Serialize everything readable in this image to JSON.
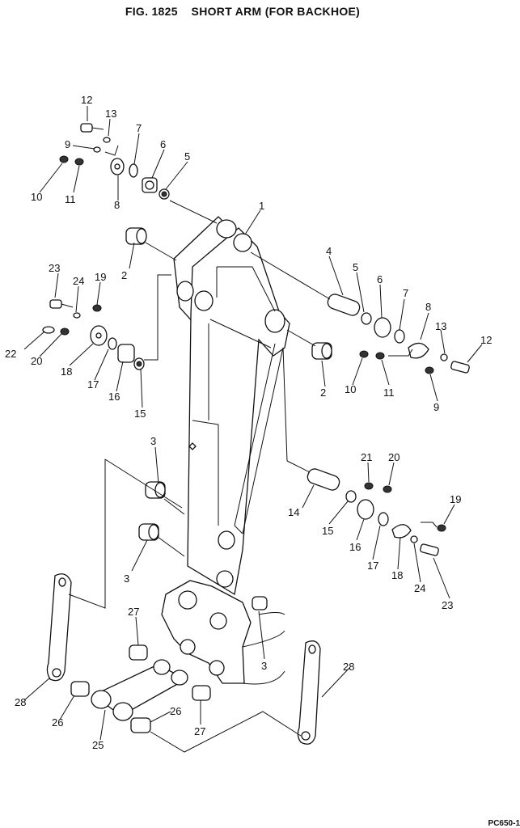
{
  "title": "FIG. 1825    SHORT ARM (FOR BACKHOE)",
  "footer_code": "PC650-1",
  "callouts": [
    {
      "id": "c12a",
      "text": "12"
    },
    {
      "id": "c13a",
      "text": "13"
    },
    {
      "id": "c7a",
      "text": "7"
    },
    {
      "id": "c6a",
      "text": "6"
    },
    {
      "id": "c5a",
      "text": "5"
    },
    {
      "id": "c9a",
      "text": "9"
    },
    {
      "id": "c10a",
      "text": "10"
    },
    {
      "id": "c11a",
      "text": "11"
    },
    {
      "id": "c8a",
      "text": "8"
    },
    {
      "id": "c1",
      "text": "1"
    },
    {
      "id": "c2a",
      "text": "2"
    },
    {
      "id": "c4",
      "text": "4"
    },
    {
      "id": "c5b",
      "text": "5"
    },
    {
      "id": "c6b",
      "text": "6"
    },
    {
      "id": "c7b",
      "text": "7"
    },
    {
      "id": "c8b",
      "text": "8"
    },
    {
      "id": "c13b",
      "text": "13"
    },
    {
      "id": "c12b",
      "text": "12"
    },
    {
      "id": "c23a",
      "text": "23"
    },
    {
      "id": "c24a",
      "text": "24"
    },
    {
      "id": "c19a",
      "text": "19"
    },
    {
      "id": "c22",
      "text": "22"
    },
    {
      "id": "c20a",
      "text": "20"
    },
    {
      "id": "c18a",
      "text": "18"
    },
    {
      "id": "c17a",
      "text": "17"
    },
    {
      "id": "c16a",
      "text": "16"
    },
    {
      "id": "c15a",
      "text": "15"
    },
    {
      "id": "c10b",
      "text": "10"
    },
    {
      "id": "c11b",
      "text": "11"
    },
    {
      "id": "c2b",
      "text": "2"
    },
    {
      "id": "c9b",
      "text": "9"
    },
    {
      "id": "c3a",
      "text": "3"
    },
    {
      "id": "c21",
      "text": "21"
    },
    {
      "id": "c20b",
      "text": "20"
    },
    {
      "id": "c19b",
      "text": "19"
    },
    {
      "id": "c14",
      "text": "14"
    },
    {
      "id": "c15b",
      "text": "15"
    },
    {
      "id": "c16b",
      "text": "16"
    },
    {
      "id": "c17b",
      "text": "17"
    },
    {
      "id": "c18b",
      "text": "18"
    },
    {
      "id": "c24b",
      "text": "24"
    },
    {
      "id": "c23b",
      "text": "23"
    },
    {
      "id": "c3b",
      "text": "3"
    },
    {
      "id": "c27a",
      "text": "27"
    },
    {
      "id": "c3c",
      "text": "3"
    },
    {
      "id": "c28a",
      "text": "28"
    },
    {
      "id": "c28b",
      "text": "28"
    },
    {
      "id": "c26a",
      "text": "26"
    },
    {
      "id": "c26b",
      "text": "26"
    },
    {
      "id": "c27b",
      "text": "27"
    },
    {
      "id": "c25",
      "text": "25"
    }
  ]
}
